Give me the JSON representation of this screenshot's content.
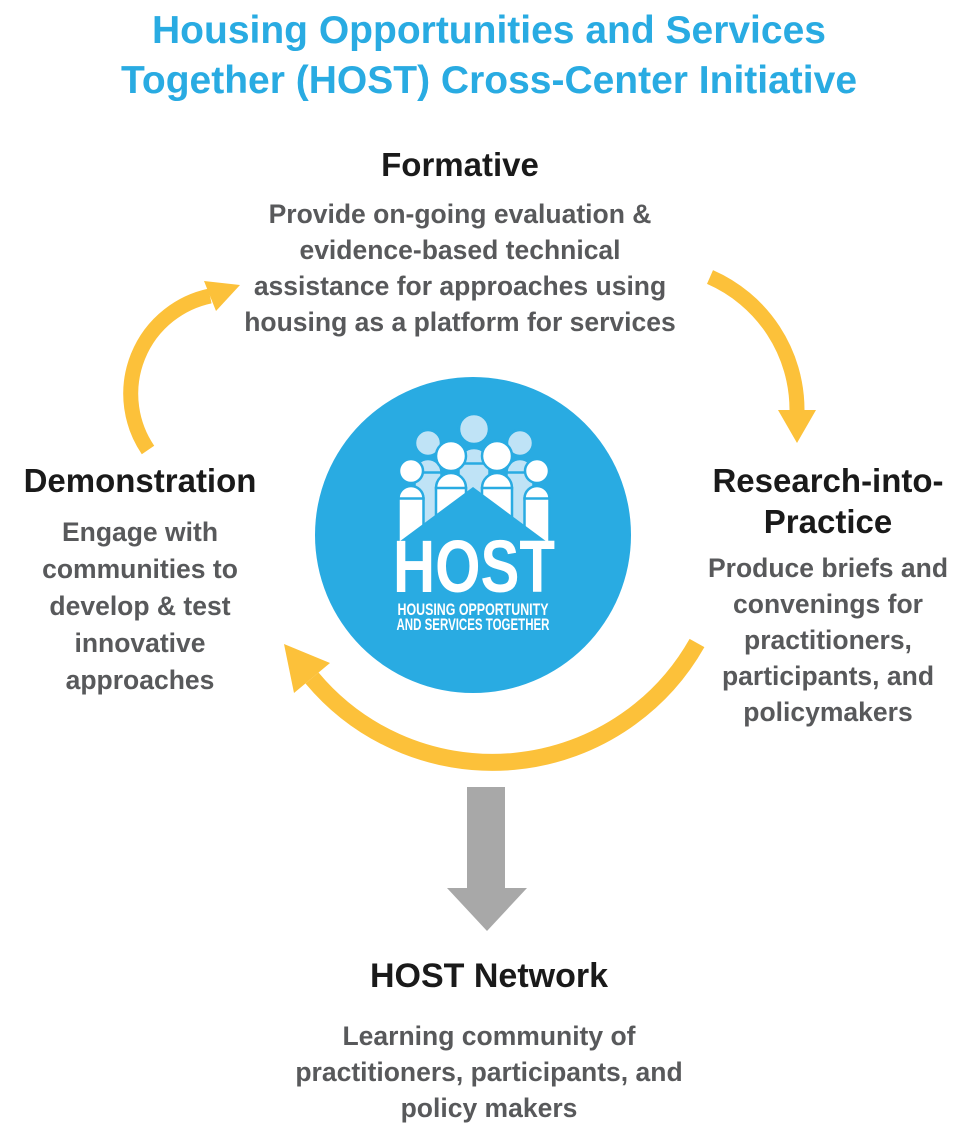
{
  "title": {
    "text": "Housing Opportunities and Services\nTogether (HOST) Cross-Center Initiative",
    "color": "#29ABE2"
  },
  "sections": {
    "formative": {
      "heading": "Formative",
      "body": "Provide on-going evaluation &\nevidence-based technical\nassistance for approaches using\nhousing as a platform for services"
    },
    "demonstration": {
      "heading": "Demonstration",
      "body": "Engage with\ncommunities to\ndevelop & test\ninnovative\napproaches"
    },
    "research": {
      "heading": "Research-into-\nPractice",
      "body": "Produce briefs and\nconvenings for\npractitioners,\nparticipants, and\npolicymakers"
    },
    "network": {
      "heading": "HOST Network",
      "body": "Learning community of\npractitioners, participants, and\npolicy makers"
    }
  },
  "logo": {
    "acronym": "HOST",
    "tagline_line1": "HOUSING OPPORTUNITY",
    "tagline_line2": "AND SERVICES TOGETHER",
    "circle_color": "#29ABE2",
    "figure_pale_color": "#BFE3F6",
    "figure_white_color": "#FFFFFF"
  },
  "arrows": {
    "cycle_color": "#FCC13A",
    "down_color": "#A8A8A8"
  },
  "text_colors": {
    "heading": "#1A1A1A",
    "body": "#58595B"
  }
}
